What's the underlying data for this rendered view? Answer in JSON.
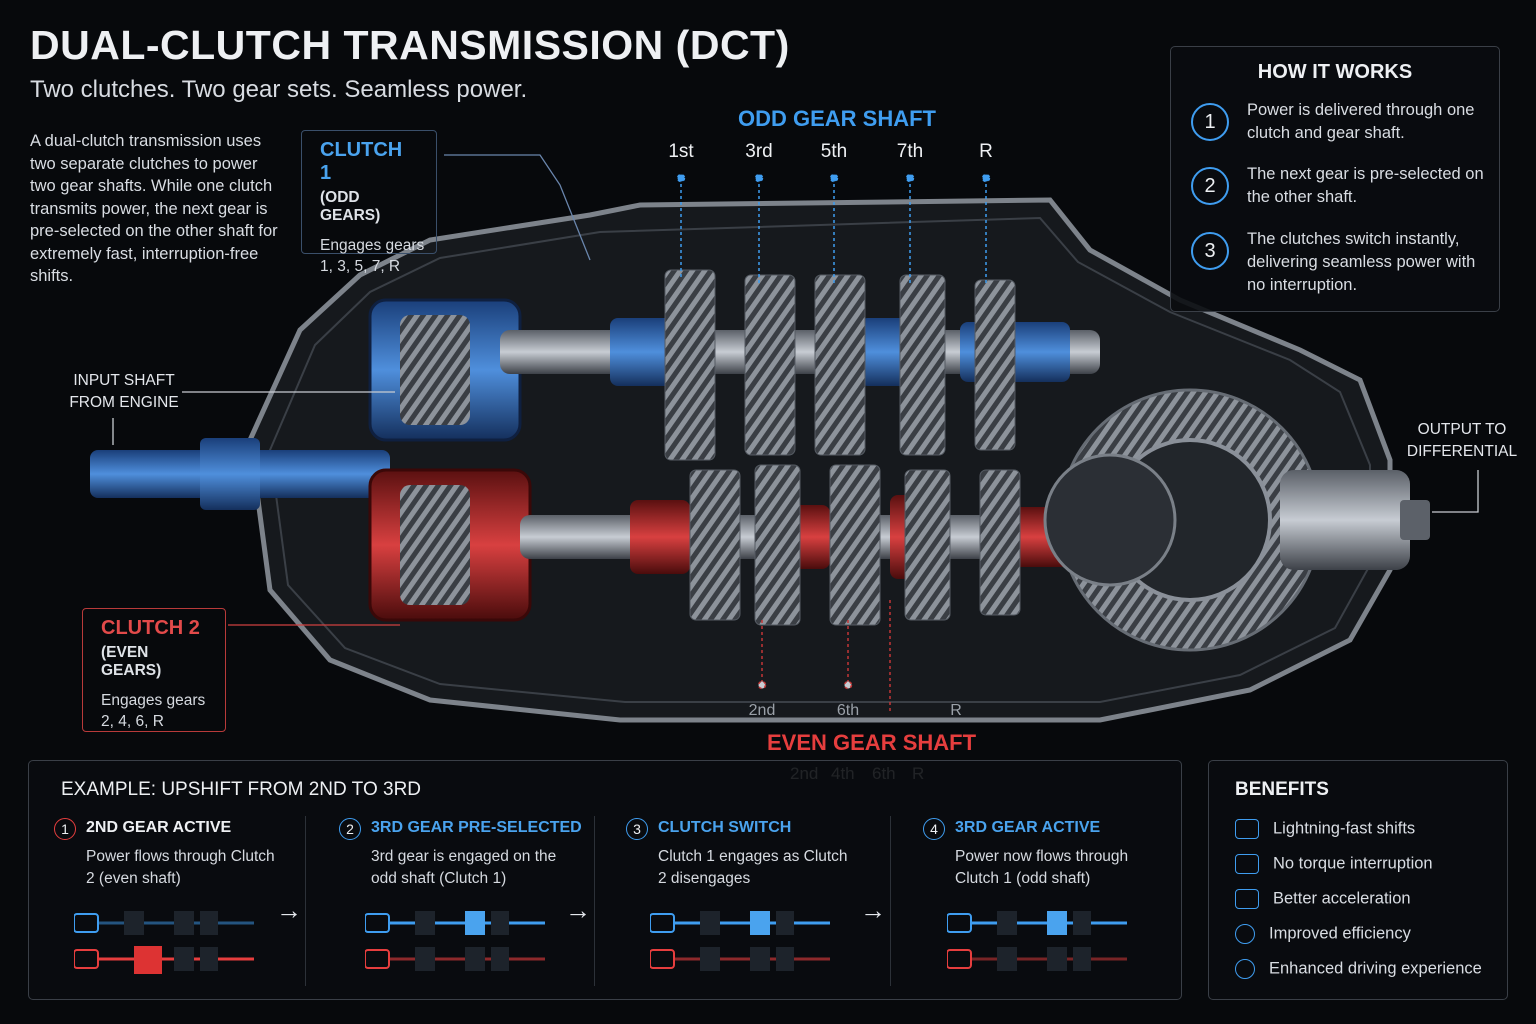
{
  "header": {
    "title": "DUAL-CLUTCH TRANSMISSION (DCT)",
    "subtitle": "Two clutches. Two gear sets. Seamless power."
  },
  "intro": "A dual-clutch transmission uses two separate clutches to power two gear shafts. While one clutch transmits power, the next gear is pre-selected on the other shaft for extremely fast, interruption-free shifts.",
  "clutch1": {
    "title": "CLUTCH 1",
    "sub": "(ODD GEARS)",
    "desc": "Engages gears 1, 3, 5, 7, R"
  },
  "clutch2": {
    "title": "CLUTCH 2",
    "sub": "(EVEN GEARS)",
    "desc": "Engages gears 2, 4, 6, R"
  },
  "labels": {
    "input_line1": "INPUT SHAFT",
    "input_line2": "FROM ENGINE",
    "output_line1": "OUTPUT TO",
    "output_line2": "DIFFERENTIAL"
  },
  "odd_shaft": {
    "title": "ODD GEAR SHAFT",
    "gears": [
      "1st",
      "3rd",
      "5th",
      "7th",
      "R"
    ]
  },
  "even_shaft": {
    "title": "EVEN GEAR SHAFT",
    "tags": [
      "2nd",
      "6th",
      "R"
    ],
    "gears": [
      "2nd",
      "4th",
      "6th",
      "R"
    ]
  },
  "how_it_works": {
    "title": "HOW IT WORKS",
    "steps": [
      {
        "num": "1",
        "text": "Power is delivered through one clutch and gear shaft."
      },
      {
        "num": "2",
        "text": "The next gear is pre-selected on the other shaft."
      },
      {
        "num": "3",
        "text": "The clutches switch instantly, delivering seamless power with no interruption."
      }
    ]
  },
  "example": {
    "title": "EXAMPLE: UPSHIFT FROM 2ND TO 3RD",
    "steps": [
      {
        "num": "1",
        "title": "2ND GEAR ACTIVE",
        "desc": "Power flows through Clutch 2 (even shaft)"
      },
      {
        "num": "2",
        "title": "3RD GEAR PRE-SELECTED",
        "desc": "3rd gear is engaged on the odd shaft (Clutch 1)"
      },
      {
        "num": "3",
        "title": "CLUTCH SWITCH",
        "desc": "Clutch 1 engages as Clutch 2 disengages"
      },
      {
        "num": "4",
        "title": "3RD GEAR ACTIVE",
        "desc": "Power now flows through Clutch 1 (odd shaft)"
      }
    ],
    "arrow": "→"
  },
  "benefits": {
    "title": "BENEFITS",
    "items": [
      {
        "icon": "lightning-icon",
        "text": "Lightning-fast shifts"
      },
      {
        "icon": "torque-icon",
        "text": "No torque interruption"
      },
      {
        "icon": "speedometer-icon",
        "text": "Better acceleration"
      },
      {
        "icon": "fuel-drop-icon",
        "text": "Improved efficiency"
      },
      {
        "icon": "steering-icon",
        "text": "Enhanced driving experience"
      }
    ]
  },
  "colors": {
    "odd": "#3f9df0",
    "even": "#e63e3e",
    "metal": "#8a9099"
  }
}
